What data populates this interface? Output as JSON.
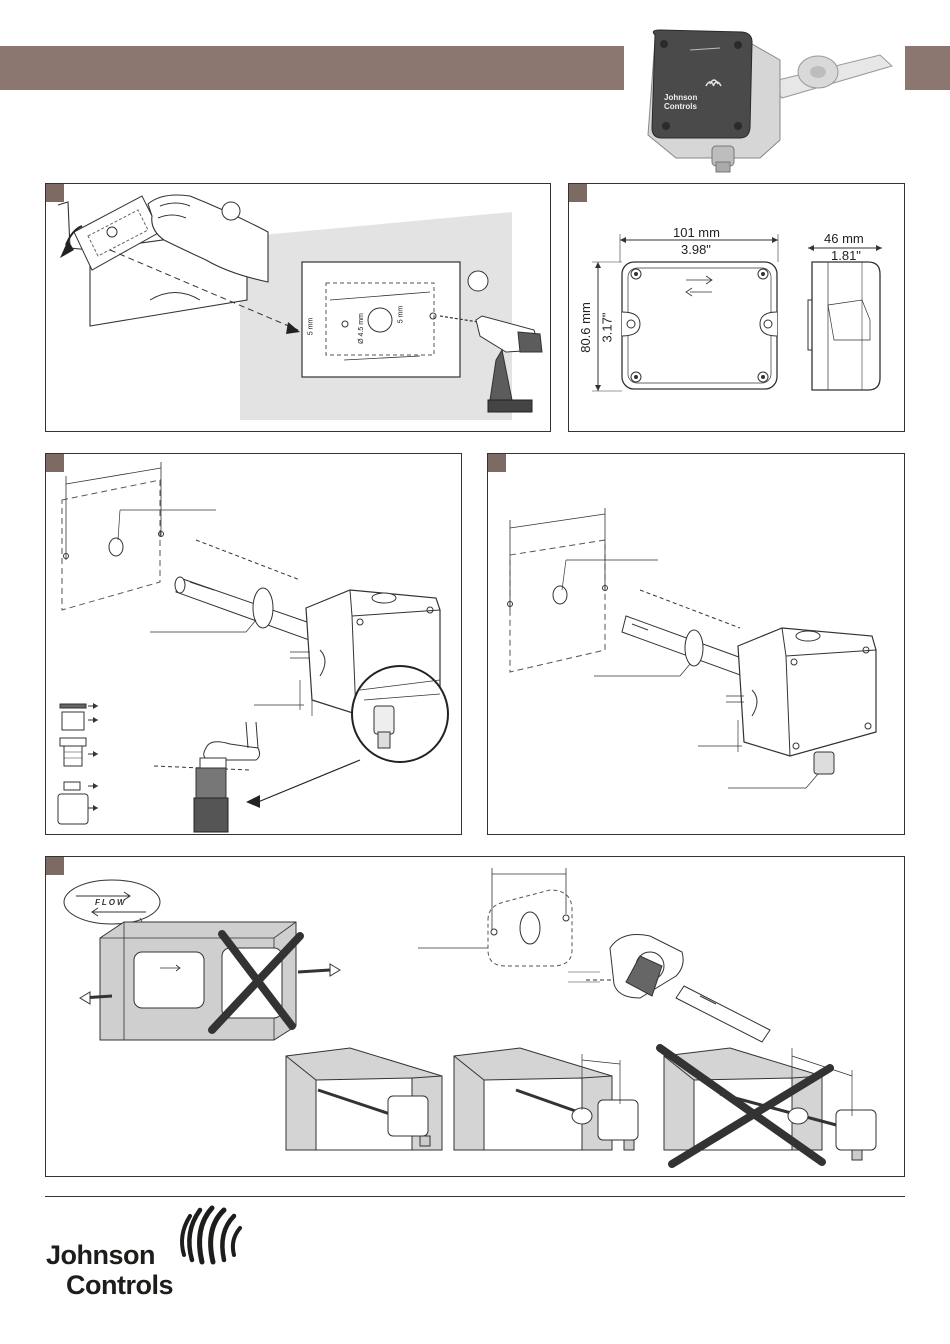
{
  "header": {
    "band_color": "#8b7670",
    "product_logo": "Johnson Controls"
  },
  "panel_a": {
    "marker_1": "",
    "marker_2": "",
    "drill_dims": [
      "5 mm",
      "Ø 4.5 mm",
      "5 mm"
    ]
  },
  "panel_b": {
    "width_mm": "101 mm",
    "width_in": "3.98\"",
    "height_mm": "80.6 mm",
    "height_in": "3.17\"",
    "depth_mm": "46 mm",
    "depth_in": "1.81\""
  },
  "panel_e": {
    "flow_label": "FLOW"
  },
  "footer": {
    "logo_line1": "Johnson",
    "logo_line2": "Controls"
  },
  "icons": [
    "drill-icon",
    "hand-icon",
    "sensor-icon",
    "cross-icon",
    "flow-arrow-icon",
    "logo-mark-icon"
  ]
}
